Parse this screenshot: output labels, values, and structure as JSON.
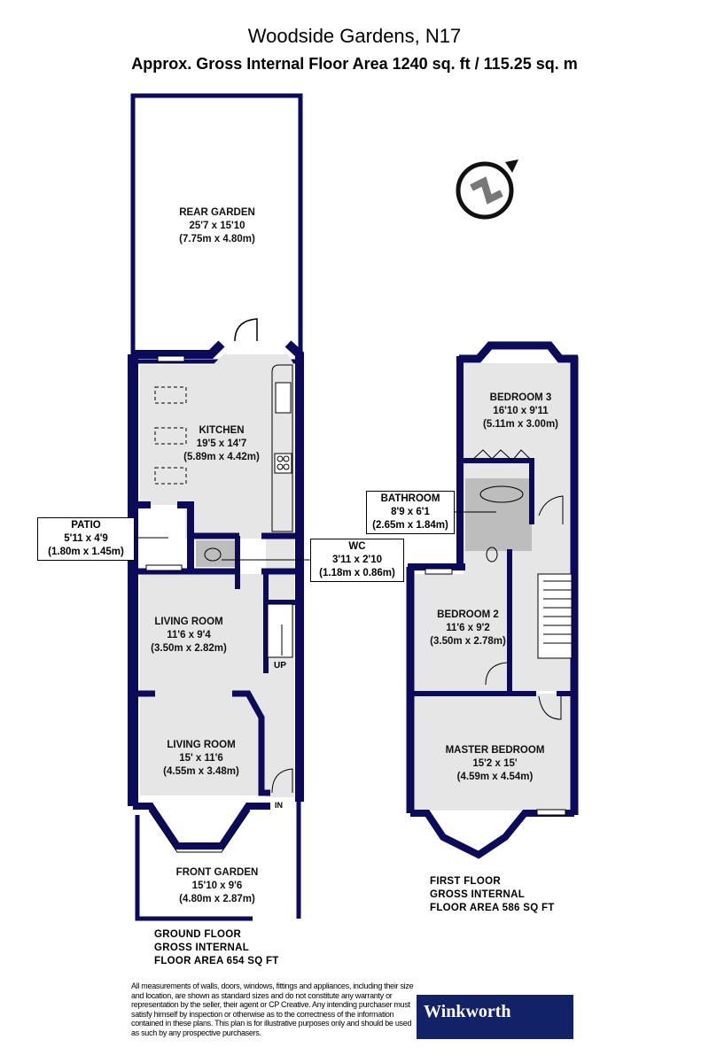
{
  "header": {
    "title": "Woodside Gardens, N17",
    "subtitle": "Approx. Gross Internal Floor Area 1240 sq. ft / 115.25 sq. m"
  },
  "colors": {
    "wall": "#0b0b5a",
    "room_fill": "#e6e6e6",
    "wet_room_fill": "#bdbdbd",
    "logo_bg": "#112266"
  },
  "compass": {
    "icon": "north-compass-icon",
    "letter": "N"
  },
  "ground_floor": {
    "label_lines": [
      "GROUND FLOOR",
      "GROSS INTERNAL",
      "FLOOR AREA 654 SQ FT"
    ],
    "rooms": [
      {
        "name": "REAR GARDEN",
        "imperial": "25'7 x 15'10",
        "metric": "(7.75m x 4.80m)"
      },
      {
        "name": "KITCHEN",
        "imperial": "19'5 x 14'7",
        "metric": "(5.89m x 4.42m)"
      },
      {
        "name": "PATIO",
        "imperial": "5'11 x 4'9",
        "metric": "(1.80m x 1.45m)"
      },
      {
        "name": "WC",
        "imperial": "3'11 x 2'10",
        "metric": "(1.18m x 0.86m)"
      },
      {
        "name": "LIVING ROOM",
        "imperial": "11'6 x 9'4",
        "metric": "(3.50m x 2.82m)"
      },
      {
        "name": "LIVING ROOM",
        "imperial": "15' x 11'6",
        "metric": "(4.55m x 3.48m)"
      },
      {
        "name": "FRONT GARDEN",
        "imperial": "15'10 x 9'6",
        "metric": "(4.80m x 2.87m)"
      }
    ],
    "stairs_label": "UP",
    "entrance_label": "IN"
  },
  "first_floor": {
    "label_lines": [
      "FIRST FLOOR",
      "GROSS INTERNAL",
      "FLOOR AREA 586 SQ FT"
    ],
    "rooms": [
      {
        "name": "BEDROOM 3",
        "imperial": "16'10 x 9'11",
        "metric": "(5.11m x 3.00m)"
      },
      {
        "name": "BATHROOM",
        "imperial": "8'9 x 6'1",
        "metric": "(2.65m x 1.84m)"
      },
      {
        "name": "BEDROOM 2",
        "imperial": "11'6 x 9'2",
        "metric": "(3.50m x 2.78m)"
      },
      {
        "name": "MASTER BEDROOM",
        "imperial": "15'2 x 15'",
        "metric": "(4.59m x 4.54m)"
      }
    ]
  },
  "footer": {
    "disclaimer": "All measurements of walls, doors, windows, fittings and appliances, including their size and location, are shown as standard sizes and do not constitute any warranty or representation by the seller, their agent or CP Creative. Any intending purchaser must satisfy himself by inspection or otherwise as to the correctness of the information contained in these plans. This plan is for illustrative purposes only and should be used as such by any prospective purchasers.",
    "logo_text": "Winkworth"
  }
}
